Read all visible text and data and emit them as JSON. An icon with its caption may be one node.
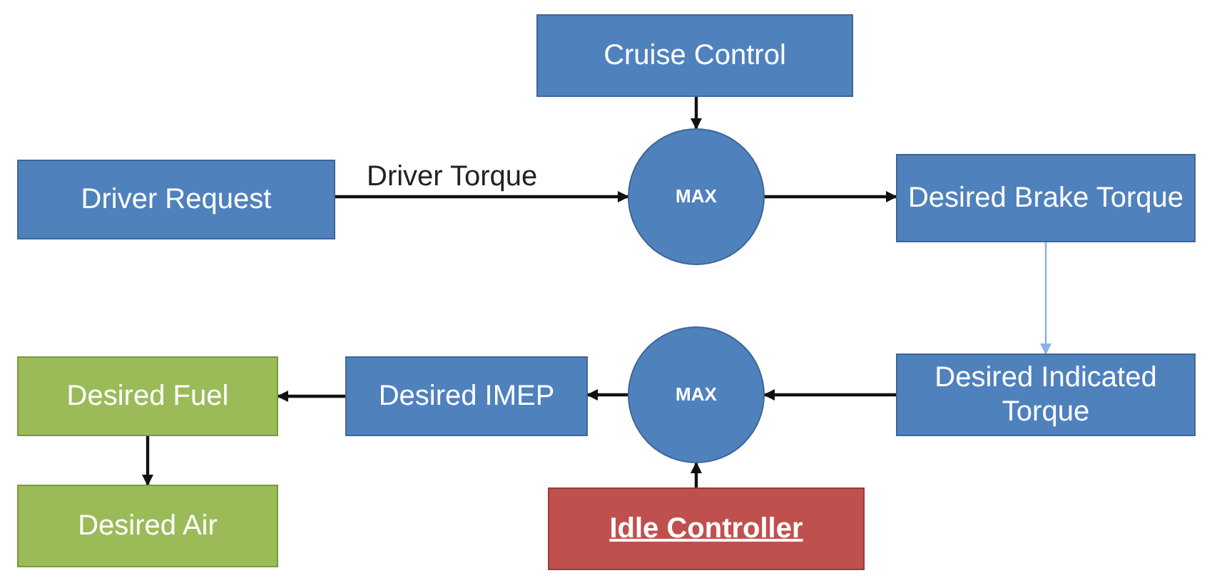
{
  "diagram": {
    "nodes": [
      {
        "text": [
          "Cruise Control"
        ]
      },
      {
        "text": [
          "Driver Request"
        ]
      },
      {
        "text": [
          "MAX"
        ]
      },
      {
        "text": [
          "Desired Brake Torque"
        ]
      },
      {
        "text": [
          "Desired Indicated Torque"
        ]
      },
      {
        "text": [
          "MAX"
        ]
      },
      {
        "text": [
          "Desired IMEP"
        ]
      },
      {
        "text": [
          "Desired Fuel"
        ]
      },
      {
        "text": [
          "Desired Air"
        ]
      },
      {
        "text": [
          "Idle Controller"
        ]
      }
    ],
    "edges": [
      {
        "from": 0,
        "to": 2,
        "arrow": "to"
      },
      {
        "from": 1,
        "to": 2,
        "arrow": "to",
        "label": "Driver Torque"
      },
      {
        "from": 2,
        "to": 3,
        "arrow": "to"
      },
      {
        "from": 3,
        "to": 4,
        "arrow": "to",
        "color": "#8db3e2"
      },
      {
        "from": 4,
        "to": 5,
        "arrow": "to"
      },
      {
        "from": 5,
        "to": 6,
        "arrow": "to"
      },
      {
        "from": 6,
        "to": 7,
        "arrow": "to"
      },
      {
        "from": 7,
        "to": 8,
        "arrow": "to"
      },
      {
        "from": 9,
        "to": 5,
        "arrow": "to"
      }
    ]
  }
}
